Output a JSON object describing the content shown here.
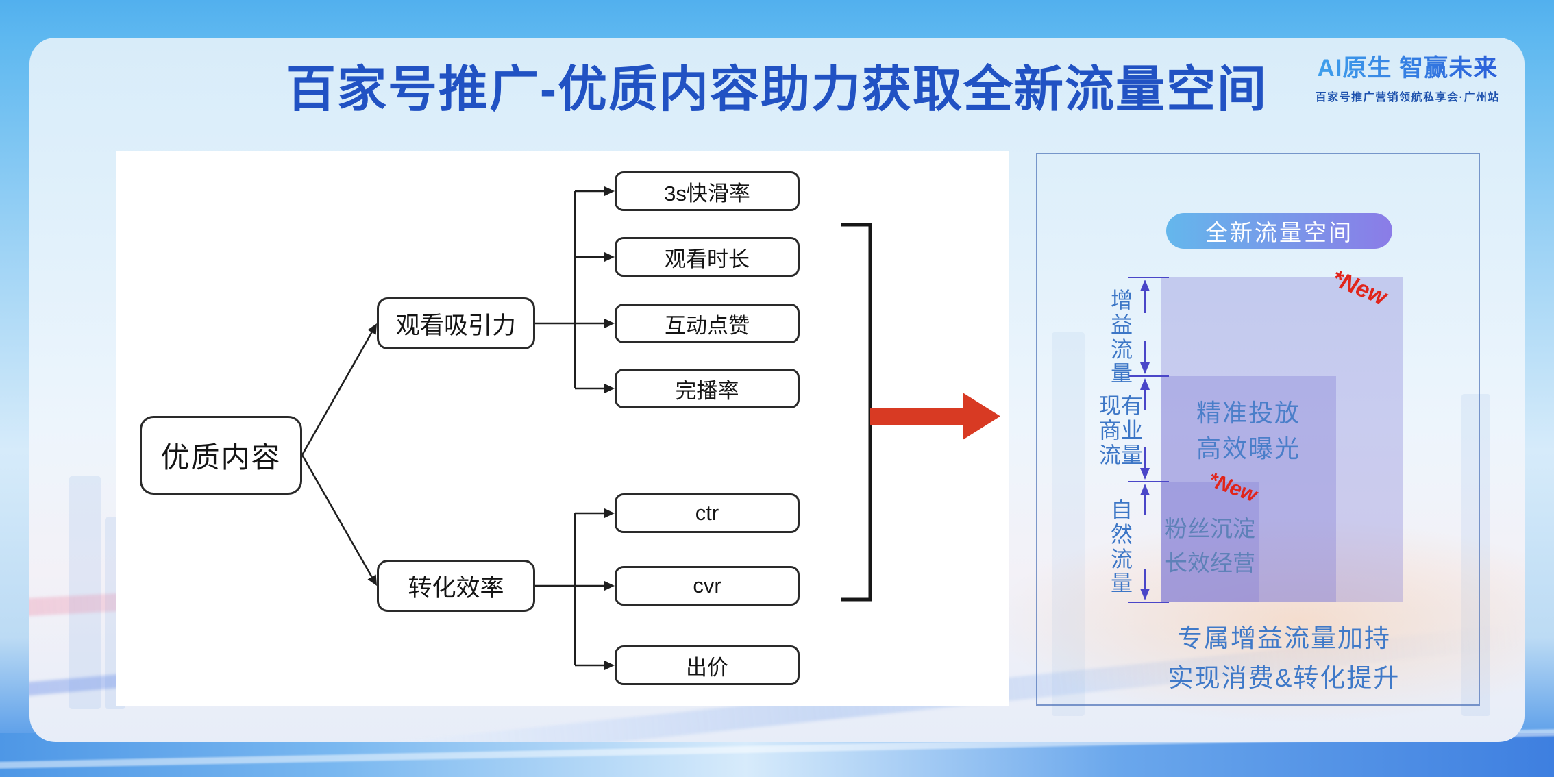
{
  "slide": {
    "title": "百家号推广-优质内容助力获取全新流量空间",
    "logo": {
      "brand": "AI原生 智赢未来",
      "subtitle": "百家号推广营销领航私享会·广州站"
    }
  },
  "flowchart": {
    "root": {
      "label": "优质内容"
    },
    "branches": [
      {
        "label": "观看吸引力",
        "children": [
          {
            "label": "3s快滑率"
          },
          {
            "label": "观看时长"
          },
          {
            "label": "互动点赞"
          },
          {
            "label": "完播率"
          }
        ]
      },
      {
        "label": "转化效率",
        "children": [
          {
            "label": "ctr"
          },
          {
            "label": "cvr"
          },
          {
            "label": "出价"
          }
        ]
      }
    ]
  },
  "traffic": {
    "badge": "全新流量空间",
    "sections": [
      {
        "label": "增益流量",
        "tag": "*New",
        "lines": []
      },
      {
        "label": "现有商业流量",
        "lines": [
          "精准投放",
          "高效曝光"
        ]
      },
      {
        "label": "自然流量",
        "tag": "*New",
        "lines": [
          "粉丝沉淀",
          "长效经营"
        ]
      }
    ],
    "caption_line1": "专属增益流量加持",
    "caption_line2": "实现消费&转化提升"
  },
  "colors": {
    "title_blue": "#2152c3",
    "box_border": "#2a2a2a",
    "arrow_red": "#d83a23",
    "dim_arrow_purple": "#4a46c8",
    "label_blue": "#3c76c6",
    "block_text_blue": "#4a7ec9",
    "small_text_blue": "#5e81b8",
    "caption_blue": "#3f79c8",
    "new_red": "#e1251b",
    "badge_start": "#64b7ec",
    "badge_end": "#8b7ce7"
  }
}
